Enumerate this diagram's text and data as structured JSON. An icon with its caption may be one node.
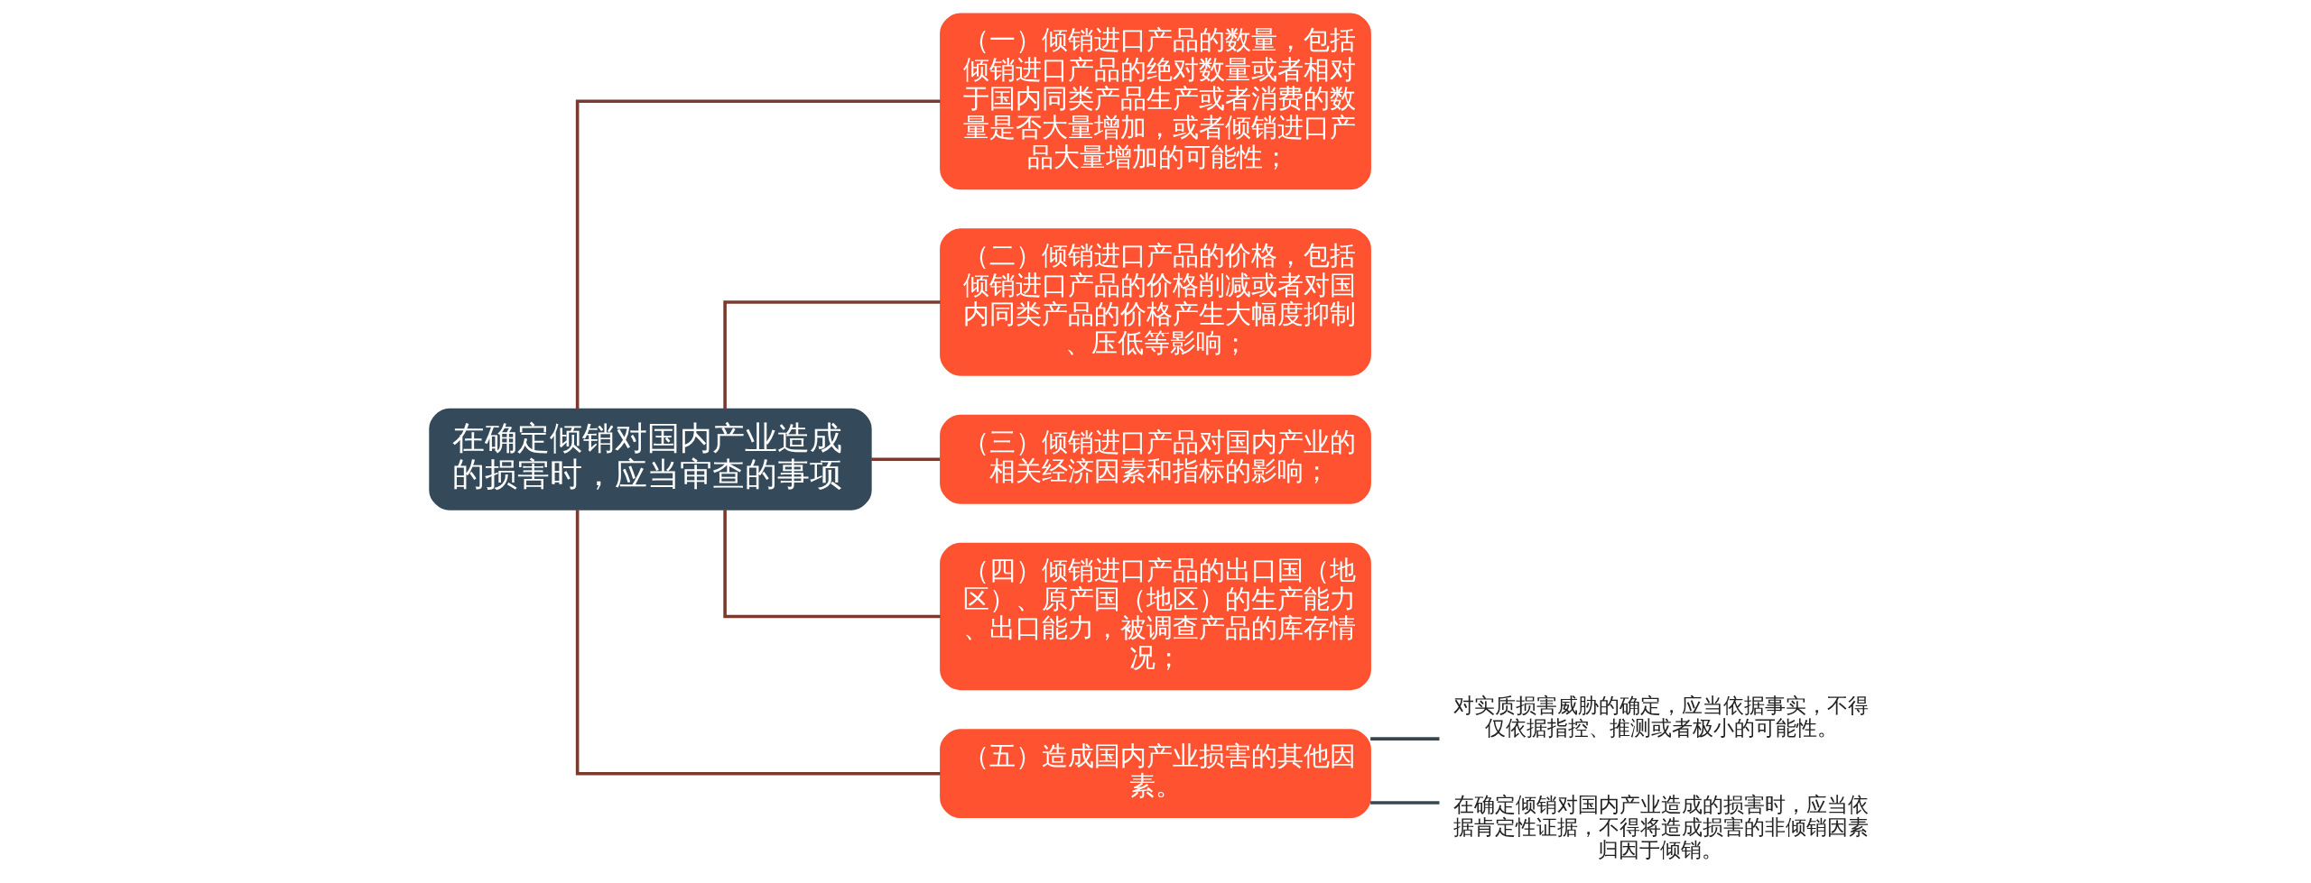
{
  "diagram": {
    "nodes": [
      {
        "text": [
          "在确定倾销对国内产业造成的损害时，应当审查的事项"
        ]
      },
      {
        "text": [
          "（一）倾销进口产品的数量，包括倾销进口产品的绝对数量或者相对于国内同类产品生产或者消费的数量是否大量增加，或者倾销进口产品大量增加的可能性；"
        ]
      },
      {
        "text": [
          "（二）倾销进口产品的价格，包括倾销进口产品的价格削减或者对国内同类产品的价格产生大幅度抑制、压低等影响；"
        ]
      },
      {
        "text": [
          "（三）倾销进口产品对国内产业的相关经济因素和指标的影响；"
        ]
      },
      {
        "text": [
          "（四）倾销进口产品的出口国（地区）、原产国（地区）的生产能力、出口能力，被调查产品的库存情况；"
        ]
      },
      {
        "text": [
          "（五）造成国内产业损害的其他因素。"
        ]
      },
      {
        "text": [
          "对实质损害威胁的确定，应当依据事实，不得仅依据指控、推测或者极小的可能性。"
        ]
      },
      {
        "text": [
          "在确定倾销对国内产业造成的损害时，应当依据肯定性证据，不得将造成损害的非倾销因素归因于倾销。"
        ]
      }
    ],
    "edges": [
      {
        "from": 0,
        "to": 2,
        "arrow": "none"
      },
      {
        "from": 0,
        "to": 4,
        "arrow": "none"
      },
      {
        "from": 0,
        "to": 1,
        "arrow": "none"
      },
      {
        "from": 0,
        "to": 3,
        "arrow": "none"
      },
      {
        "from": 0,
        "to": 5,
        "arrow": "none"
      },
      {
        "from": 5,
        "to": 6,
        "arrow": "none",
        "color": "#37474f"
      },
      {
        "from": 5,
        "to": 7,
        "arrow": "none",
        "color": "#37474f"
      }
    ]
  }
}
